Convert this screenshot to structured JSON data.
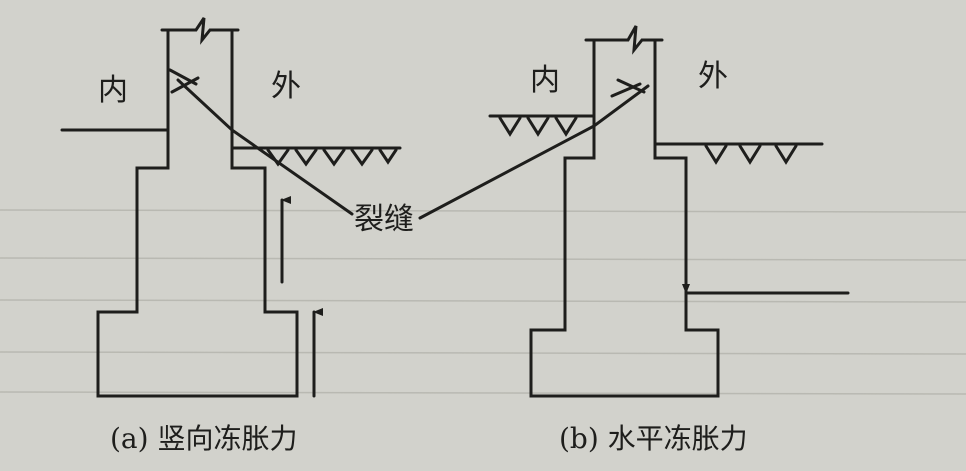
{
  "labels": {
    "inside_a": "内",
    "outside_a": "外",
    "inside_b": "内",
    "outside_b": "外",
    "crack": "裂缝",
    "caption_a": "(a) 竖向冻胀力",
    "caption_b": "(b) 水平冻胀力"
  },
  "colors": {
    "background": "#d2d2cc",
    "ink": "#1e1e1c"
  }
}
